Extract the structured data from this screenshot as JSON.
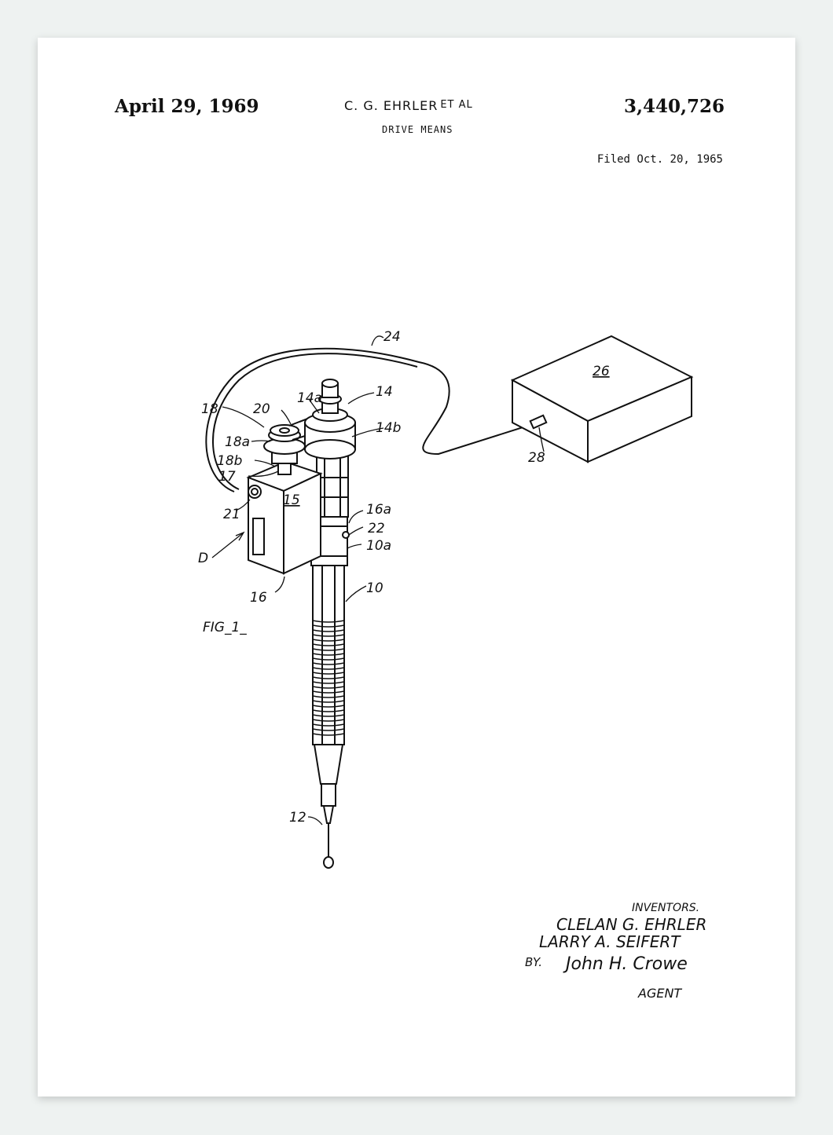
{
  "header": {
    "date": "April 29, 1969",
    "inventor": "C. G. EHRLER",
    "et_al": "ET AL",
    "title": "DRIVE MEANS",
    "patent_number": "3,440,726",
    "filed": "Filed Oct. 20, 1965"
  },
  "figure": {
    "caption": "FIG_1_",
    "labels": {
      "l24": "24",
      "l14a": "14a",
      "l14": "14",
      "l18": "18",
      "l20": "20",
      "l14b": "14b",
      "l18a": "18a",
      "l18b": "18b",
      "l17": "17",
      "l15": "15",
      "l21": "21",
      "l16a": "16a",
      "l22": "22",
      "l10a": "10a",
      "lD": "D",
      "l16": "16",
      "l10": "10",
      "l12": "12",
      "l26": "26",
      "l28": "28"
    }
  },
  "signature_block": {
    "inventors_heading": "INVENTORS.",
    "inventor_1": "CLELAN G. EHRLER",
    "inventor_2": "LARRY A. SEIFERT",
    "by": "BY.",
    "signature": "John H. Crowe",
    "role": "AGENT"
  },
  "colors": {
    "ink": "#111111",
    "paper": "#ffffff",
    "background": "#eef2f1"
  }
}
